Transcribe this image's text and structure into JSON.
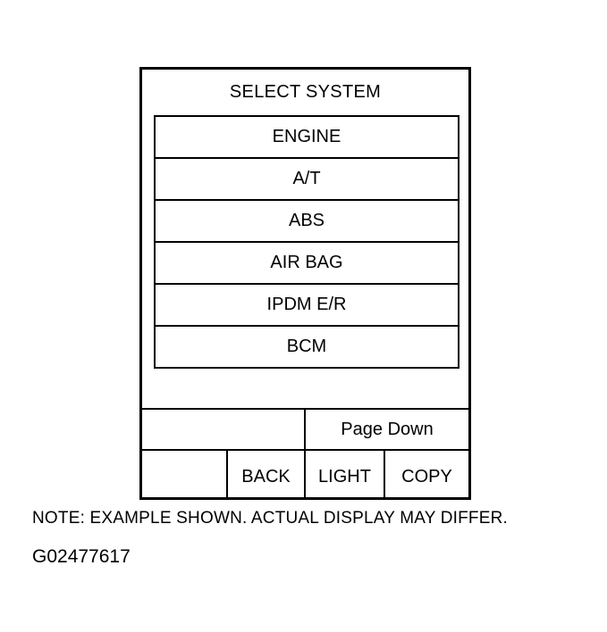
{
  "screen": {
    "title": "SELECT SYSTEM",
    "systems": [
      {
        "label": "ENGINE"
      },
      {
        "label": "A/T"
      },
      {
        "label": "ABS"
      },
      {
        "label": "AIR BAG"
      },
      {
        "label": "IPDM E/R"
      },
      {
        "label": "BCM"
      }
    ],
    "page_down_label": "Page Down",
    "buttons": {
      "back": "BACK",
      "light": "LIGHT",
      "copy": "COPY"
    }
  },
  "note": "NOTE: EXAMPLE SHOWN. ACTUAL DISPLAY MAY DIFFER.",
  "figure_id": "G02477617",
  "colors": {
    "border": "#000000",
    "background": "#ffffff",
    "text": "#000000"
  }
}
